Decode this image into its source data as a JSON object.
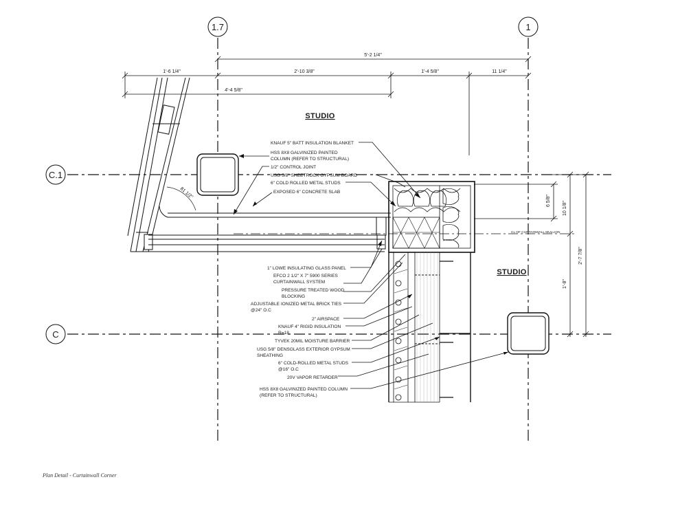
{
  "grid_bubbles": [
    "1.7",
    "1",
    "C.1",
    "C"
  ],
  "rooms": [
    "STUDIO",
    "STUDIO"
  ],
  "dimensions": {
    "top_overall": "5'-2 1/4\"",
    "top_a": "1'-6 1/4\"",
    "top_b": "2'-10 3/8\"",
    "top_c": "1'-4 5/8\"",
    "top_d": "11 1/4\"",
    "second_row": "4'-4 5/8\"",
    "right_a": "6 5/8\"",
    "right_b": "10 1/8\"",
    "right_c": "1'-8\"",
    "right_d": "2'-7 7/8\"",
    "angle": "81 1/2°"
  },
  "mullion_note": "CL OF CURTAINWALL MULLION",
  "upper_notes": [
    "KNAUF 5\" BATT INSULATION BLANKET",
    "HSS 8X8 GALVINIZED PAINTED",
    "COLUMN (REFER TO STRUCTURAL)",
    "1/2\" CONTROL JOINT",
    "USG 5/8\" SHEETROCK GYPSUM BOARD",
    "6\" COLD ROLLED METAL STUDS",
    "EXPOSED 6\" CONCRETE SLAB"
  ],
  "lower_notes": [
    "1\" LOWE INSULATING GLASS PANEL",
    "EFCO 2 1/2\" X 7\" 5900 SERIES",
    "CURTAINWALL SYSTEM",
    "PRESSURE TREATED WOOD",
    "BLOCKING",
    "ADJUSTABLE IONIZED METAL BRICK TIES",
    "@24\" O.C",
    "2\" AIRSPACE",
    "KNAUF 4\" RIGID INSULATION",
    "R=18",
    "TYVEK 20MIL MOISTURE BARRIER",
    "USG 5/8\" DENSGLASS EXTERIOR GYPSUM",
    "SHEATHING",
    "6\" COLD-ROLLED METAL STUDS",
    "@16\" O.C",
    "20V VAPOR RETARDER",
    "HSS 8X8 GALVINIZED PAINTED COLUMN",
    "(REFER TO STRUCTURAL)"
  ],
  "caption": "Plan Detail - Curtainwall Corner"
}
